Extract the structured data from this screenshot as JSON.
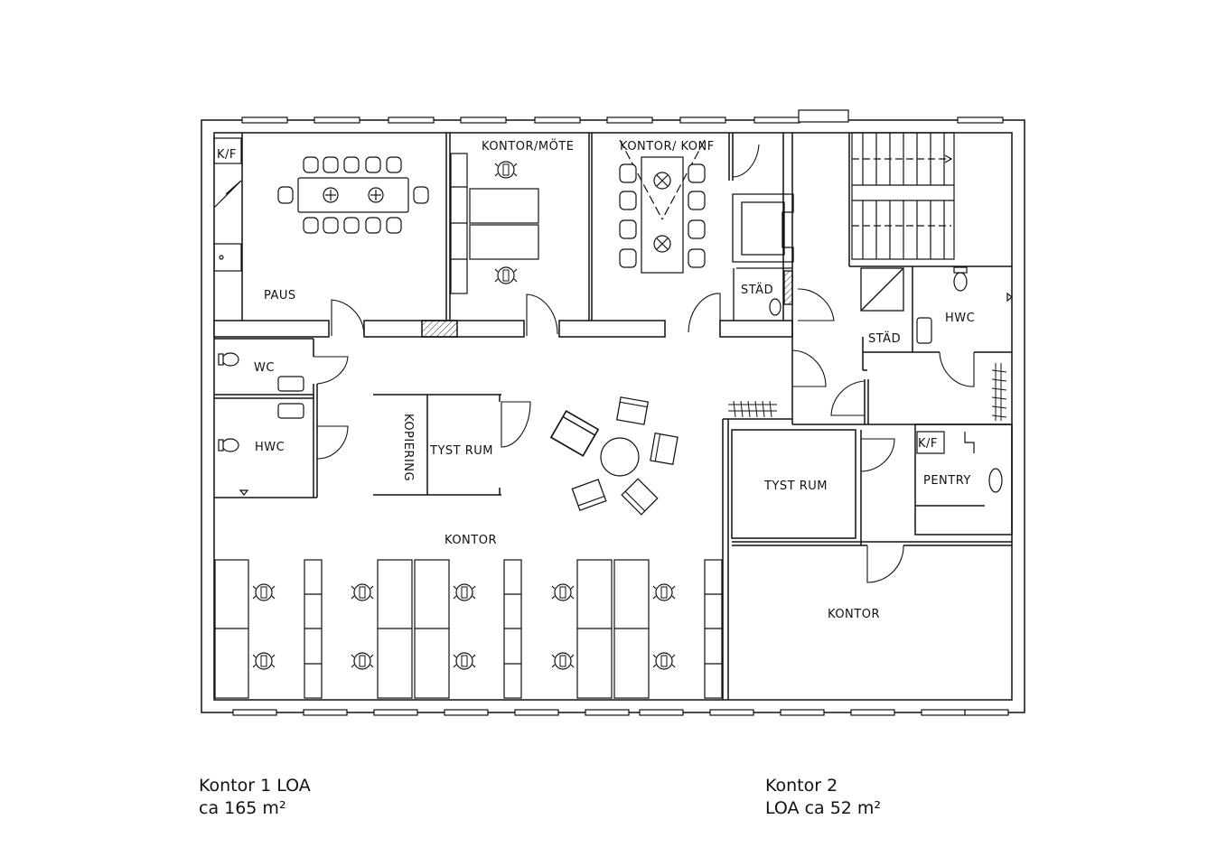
{
  "floor_plan": {
    "rooms": {
      "kf_left": "K/F",
      "paus": "PAUS",
      "kontor_mote": "KONTOR/MÖTE",
      "kontor_konf": "KONTOR/ KONF",
      "stad_upper": "STÄD",
      "stad_lower": "STÄD",
      "hwc_right": "HWC",
      "wc": "WC",
      "hwc_left": "HWC",
      "kopiering": "KOPIERING",
      "tyst_rum_center": "TYST RUM",
      "kontor_main": "KONTOR",
      "tyst_rum_right": "TYST RUM",
      "kf_right": "K/F",
      "pentry": "PENTRY",
      "kontor_right": "KONTOR"
    },
    "colors": {
      "line": "#111111",
      "background": "#ffffff",
      "hatch": "#222222"
    }
  },
  "captions": {
    "kontor1": {
      "line1": "Kontor 1 LOA",
      "line2": "ca 165 m²"
    },
    "kontor2": {
      "line1": "Kontor 2",
      "line2": "LOA ca 52 m²"
    }
  }
}
